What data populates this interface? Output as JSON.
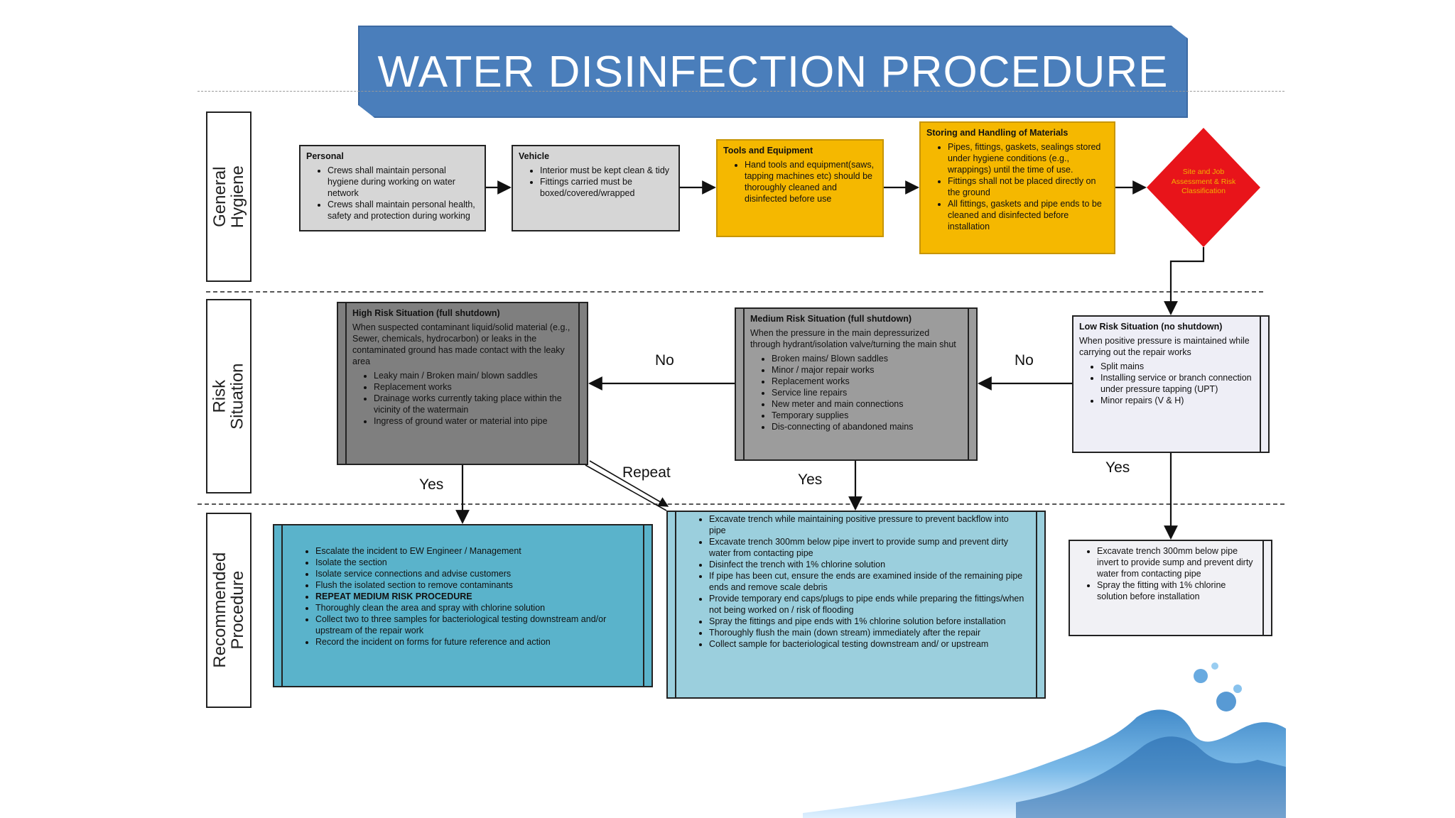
{
  "title": "WATER DISINFECTION PROCEDURE",
  "rows": {
    "hygiene": "General Hygiene",
    "risk": "Risk Situation",
    "procedure": "Recommended\nProcedure"
  },
  "hygiene": {
    "personal": {
      "header": "Personal",
      "items": [
        "Crews shall maintain personal hygiene during working on water network",
        "Crews shall maintain personal health, safety and protection during working"
      ]
    },
    "vehicle": {
      "header": "Vehicle",
      "items": [
        "Interior must be kept clean & tidy",
        "Fittings carried must be boxed/covered/wrapped"
      ]
    },
    "tools": {
      "header": "Tools and Equipment",
      "items": [
        "Hand tools and equipment(saws, tapping machines etc) should be thoroughly cleaned and disinfected before use"
      ]
    },
    "storing": {
      "header": "Storing and Handling of Materials",
      "items": [
        "Pipes, fittings, gaskets, sealings stored under hygiene conditions (e.g., wrappings) until the time of use.",
        "Fittings shall not be placed directly on the ground",
        "All fittings, gaskets and pipe ends to be cleaned and disinfected before installation"
      ]
    },
    "assessment": "Site and Job Assessment & Risk Classification"
  },
  "risk": {
    "high": {
      "header": "High Risk Situation (full shutdown)",
      "intro": "When suspected contaminant liquid/solid material (e.g., Sewer, chemicals, hydrocarbon) or leaks in the contaminated ground has made contact with the leaky area",
      "items": [
        "Leaky main / Broken main/ blown saddles",
        "Replacement works",
        "Drainage works currently taking place within the vicinity of the watermain",
        "Ingress of ground water or material into pipe"
      ]
    },
    "medium": {
      "header": "Medium Risk Situation (full shutdown)",
      "intro": "When the pressure in the main depressurized through hydrant/isolation valve/turning the main shut",
      "items": [
        "Broken mains/ Blown saddles",
        "Minor / major repair works",
        "Replacement works",
        "Service line repairs",
        "New meter and main connections",
        "Temporary supplies",
        "Dis-connecting of abandoned mains"
      ]
    },
    "low": {
      "header": "Low Risk Situation (no shutdown)",
      "intro": "When positive pressure is maintained while carrying out the repair works",
      "items": [
        "Split mains",
        "Installing service or branch connection under pressure tapping (UPT)",
        "Minor repairs (V & H)"
      ]
    }
  },
  "procedure": {
    "high": [
      "Escalate the incident to EW Engineer / Management",
      "Isolate the section",
      "Isolate service connections and advise customers",
      "Flush the isolated section to remove contaminants",
      "REPEAT MEDIUM RISK PROCEDURE",
      "Thoroughly clean the area and spray with chlorine solution",
      "Collect two to three samples for bacteriological testing downstream and/or upstream of the repair work",
      "Record the incident on forms for future reference and action"
    ],
    "medium": [
      "Excavate trench while maintaining positive pressure to prevent backflow into pipe",
      "Excavate trench 300mm below pipe invert to provide sump and prevent dirty water from contacting pipe",
      "Disinfect the trench with 1% chlorine solution",
      "If pipe has been cut, ensure the ends are examined inside of the remaining pipe ends and remove scale debris",
      "Provide temporary end caps/plugs to pipe ends while preparing the fittings/when not being worked on / risk of flooding",
      "Spray the fittings and pipe ends with 1% chlorine solution before installation",
      "Thoroughly flush the main (down stream) immediately after the repair",
      "Collect sample for bacteriological testing downstream and/ or upstream"
    ],
    "low": [
      "Excavate trench 300mm below pipe invert to provide sump and prevent dirty water from contacting pipe",
      "Spray the fitting with 1% chlorine solution before installation"
    ]
  },
  "edges": {
    "no_1": "No",
    "no_2": "No",
    "yes_high": "Yes",
    "yes_medium": "Yes",
    "yes_low": "Yes",
    "repeat": "Repeat"
  },
  "colors": {
    "banner": "#4a7ebb",
    "gray_box": "#d6d6d6",
    "yellow_box": "#f5b800",
    "diamond": "#e8141a",
    "high_risk": "#7f7f7f",
    "medium_risk": "#9c9c9c",
    "teal_high": "#5ab3cb",
    "teal_medium": "#9bcfdd"
  }
}
